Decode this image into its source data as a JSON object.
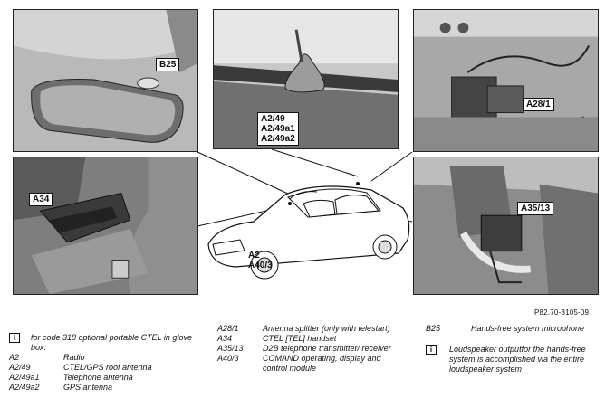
{
  "photos": {
    "mirror": {
      "callout": "B25"
    },
    "roof": {
      "callout": "A2/49\nA2/49a1\nA2/49a2"
    },
    "trunk_left": {
      "callout": "A28/1"
    },
    "console": {
      "callout": "A34"
    },
    "trunk_right": {
      "callout": "A35/13"
    },
    "car": {
      "label": "A2\nA40/3"
    }
  },
  "figure_ref": "P82.70-3105-09",
  "legend": {
    "col1": {
      "note_icon": "i",
      "note": "for code 318 optional portable CTEL in glove box.",
      "items": [
        {
          "code": "A2",
          "desc": "Radio"
        },
        {
          "code": "A2/49",
          "desc": "CTEL/GPS roof antenna"
        },
        {
          "code": "A2/49a1",
          "desc": "Telephone antenna"
        },
        {
          "code": "A2/49a2",
          "desc": "GPS antenna"
        }
      ]
    },
    "col2": {
      "items": [
        {
          "code": "A28/1",
          "desc": "Antenna splitter (only with telestart)"
        },
        {
          "code": "A34",
          "desc": "CTEL [TEL] handset"
        },
        {
          "code": "A35/13",
          "desc": "D2B telephone transmitter/ receiver"
        },
        {
          "code": "A40/3",
          "desc": "COMAND operating, display and control module"
        }
      ]
    },
    "col3": {
      "items": [
        {
          "code": "B25",
          "desc": "Hands-free system microphone"
        }
      ],
      "note_icon": "i",
      "note": "Loudspeaker outputfor the hands-free system is accomplished via the entire loudspeaker system"
    }
  }
}
